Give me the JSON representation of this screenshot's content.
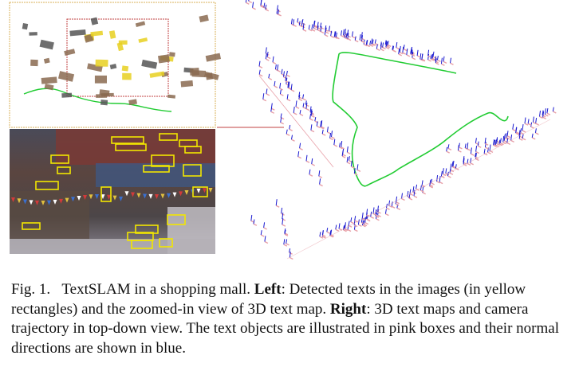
{
  "caption": {
    "fig_label": "Fig. 1.",
    "text_1": "TextSLAM in a shopping mall. ",
    "left_label": "Left",
    "text_2": ": Detected texts in the images (in yellow rectangles) and the zoomed-in view of 3D text map. ",
    "right_label": "Right",
    "text_3": ": 3D text maps and camera trajectory in top-down view. The text objects are illustrated in pink boxes and their normal directions are shown in blue."
  },
  "colors": {
    "detection_box": "#f2e600",
    "text_box": "#e8a0a8",
    "normal_direction": "#1b1bd0",
    "trajectory": "#22cc33",
    "zoom_region": "#c04040",
    "panel_border": "#d9b15a"
  }
}
